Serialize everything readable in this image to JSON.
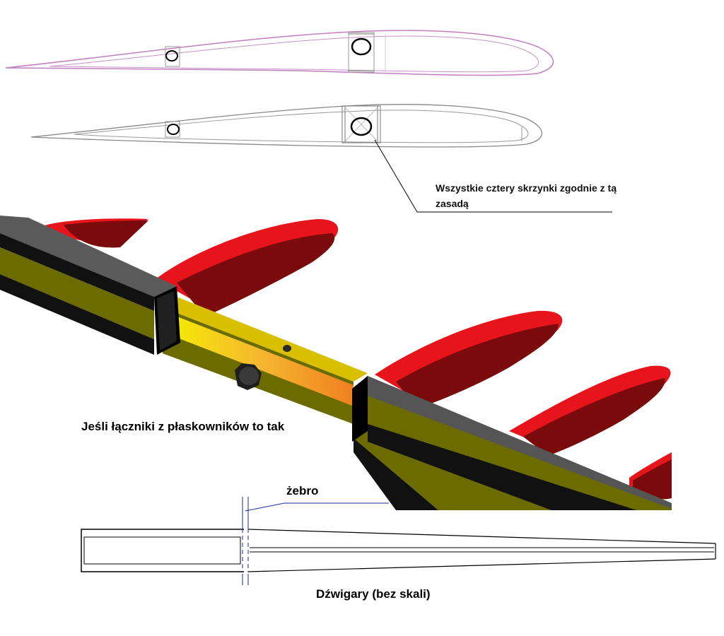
{
  "top_section": {
    "note_line1": "Wszystkie cztery skrzynki zgodnie z tą",
    "note_line2": "zasadą"
  },
  "middle_section": {
    "caption": "Jeśli łączniki z płaskowników to tak"
  },
  "bottom_section": {
    "rib_label": "żebro",
    "caption": "Dźwigary (bez skali)"
  },
  "colors": {
    "rib_red": "#e8141b",
    "rib_dark": "#7a0a0c",
    "box_grey": "#5a5a5a",
    "spar_olive": "#6b6b00",
    "connector_yellow": "#f5f000",
    "connector_orange": "#f5a020",
    "pink_outline": "#c080c0",
    "annotation_blue": "#1a2a9a"
  }
}
